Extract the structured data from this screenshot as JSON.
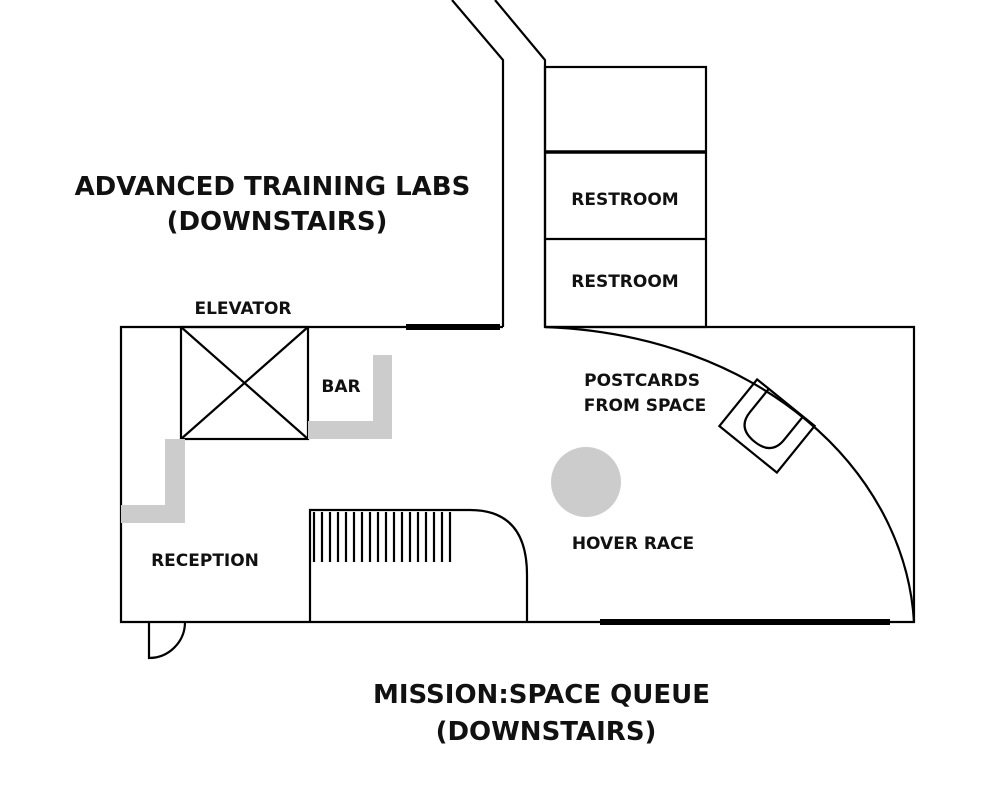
{
  "labels": {
    "advanced_training_labs": [
      "ADVANCED TRAINING LABS",
      "(DOWNSTAIRS)"
    ],
    "mission_space_queue": [
      "MISSION:SPACE QUEUE",
      "(DOWNSTAIRS)"
    ],
    "elevator": "ELEVATOR",
    "bar": "BAR",
    "restroom_1": "RESTROOM",
    "restroom_2": "RESTROOM",
    "postcards_from_space": [
      "POSTCARDS",
      "FROM SPACE"
    ],
    "hover_race": "HOVER RACE",
    "reception": "RECEPTION"
  },
  "colors": {
    "line": "#000000",
    "feature_gray": "#cccccc",
    "background": "#ffffff"
  }
}
